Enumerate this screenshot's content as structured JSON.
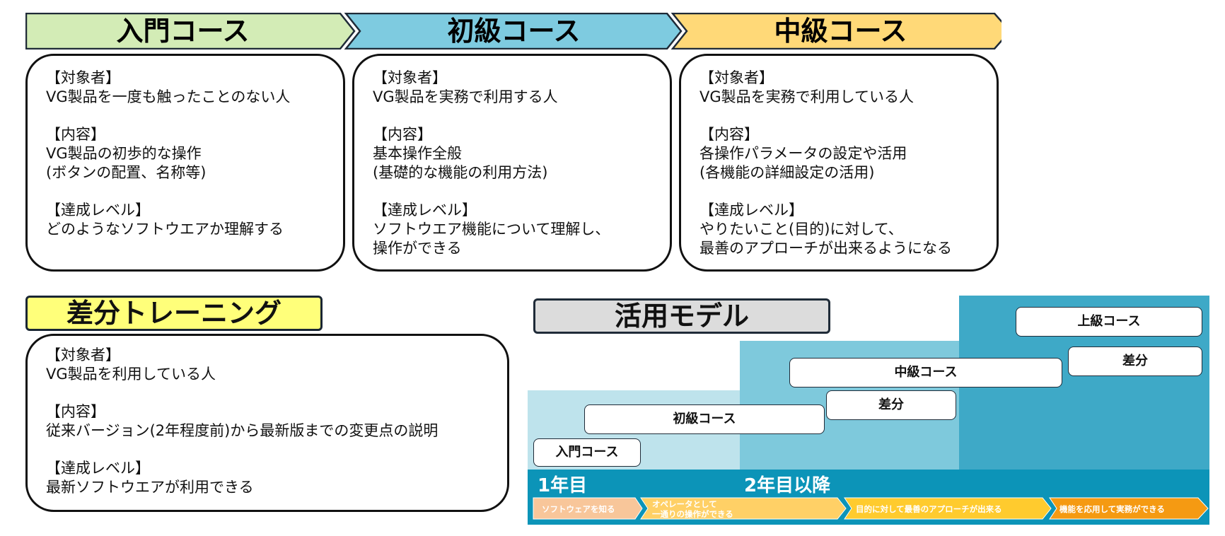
{
  "courses": [
    {
      "title": "入門コース",
      "target_heading": "【対象者】",
      "target": "VG製品を一度も触ったことのない人",
      "content_heading": "【内容】",
      "content": "VG製品の初歩的な操作\n(ボタンの配置、名称等)",
      "level_heading": "【達成レベル】",
      "level": "どのようなソフトウエアか理解する"
    },
    {
      "title": "初級コース",
      "target_heading": "【対象者】",
      "target": "VG製品を実務で利用する人",
      "content_heading": "【内容】",
      "content": "基本操作全般\n(基礎的な機能の利用方法)",
      "level_heading": "【達成レベル】",
      "level": "ソフトウエア機能について理解し、\n操作ができる"
    },
    {
      "title": "中級コース",
      "target_heading": "【対象者】",
      "target": "VG製品を実務で利用している人",
      "content_heading": "【内容】",
      "content": "各操作パラメータの設定や活用\n(各機能の詳細設定の活用)",
      "level_heading": "【達成レベル】",
      "level": "やりたいこと(目的)に対して、\n最善のアプローチが出来るようになる"
    }
  ],
  "diff_training": {
    "title": "差分トレーニング",
    "target_heading": "【対象者】",
    "target": "VG製品を利用している人",
    "content_heading": "【内容】",
    "content": "従来バージョン(2年程度前)から最新版までの変更点の説明",
    "level_heading": "【達成レベル】",
    "level": "最新ソフトウエアが利用できる"
  },
  "model": {
    "title": "活用モデル",
    "boxes": {
      "nyumon": "入門コース",
      "shokyu": "初級コース",
      "sabun1": "差分",
      "chukyu": "中級コース",
      "sabun2": "差分",
      "jokyu": "上級コース"
    },
    "year1": "1年目",
    "year2": "2年目以降",
    "steps": [
      "ソフトウェアを知る",
      "オペレータとして",
      "一通りの操作ができる",
      "目的に対して最善のアプローチが出来る",
      "機能を応用して実務ができる"
    ]
  },
  "colors": {
    "nyumon": "#d3ecb6",
    "shokyu": "#7ecbe0",
    "chukyu": "#ffd978",
    "diff_title": "#ffff7a",
    "model_title": "#dcdcdc",
    "band_light": "#bee3ec",
    "band_mid": "#7ec9dc",
    "band_dark": "#3ea9c7",
    "band_bottom": "#0c94b8",
    "step1": "#f8c69a",
    "step2": "#ffd066",
    "step3": "#ffcb2e",
    "step4": "#f59a12"
  }
}
